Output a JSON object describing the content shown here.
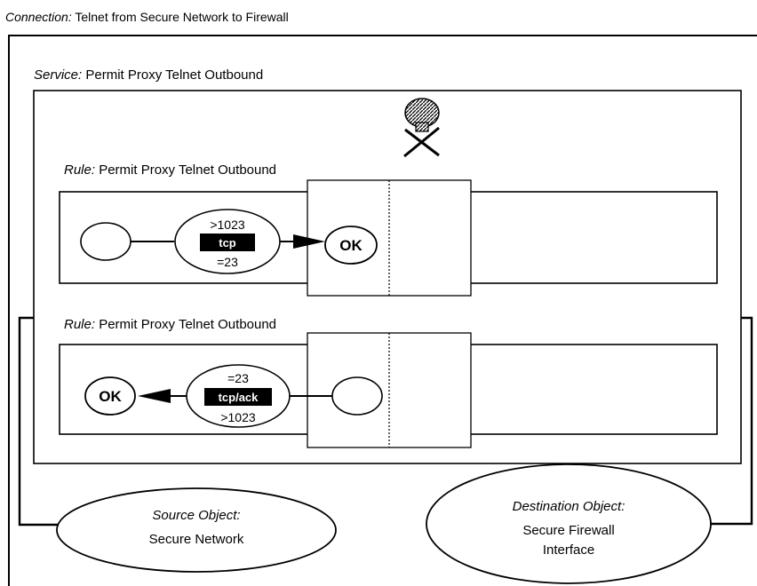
{
  "connection": {
    "label_italic": "Connection:",
    "label_text": " Telnet from Secure Network to Firewall"
  },
  "service": {
    "label_italic": "Service:",
    "label_text": " Permit Proxy Telnet Outbound"
  },
  "rules": [
    {
      "label_italic": "Rule:",
      "label_text": " Permit Proxy Telnet Outbound",
      "port_top": ">1023",
      "protocol": "tcp",
      "port_bottom": "=23",
      "result": "OK",
      "direction": "outbound"
    },
    {
      "label_italic": "Rule:",
      "label_text": " Permit Proxy Telnet Outbound",
      "port_top": "=23",
      "protocol": "tcp/ack",
      "port_bottom": ">1023",
      "result": "OK",
      "direction": "inbound"
    }
  ],
  "source_object": {
    "title": "Source Object:",
    "name": "Secure Network"
  },
  "destination_object": {
    "title": "Destination Object:",
    "name_line1": "Secure Firewall",
    "name_line2": "Interface"
  },
  "icons": {
    "firewall": "skull-crossbones-icon"
  }
}
